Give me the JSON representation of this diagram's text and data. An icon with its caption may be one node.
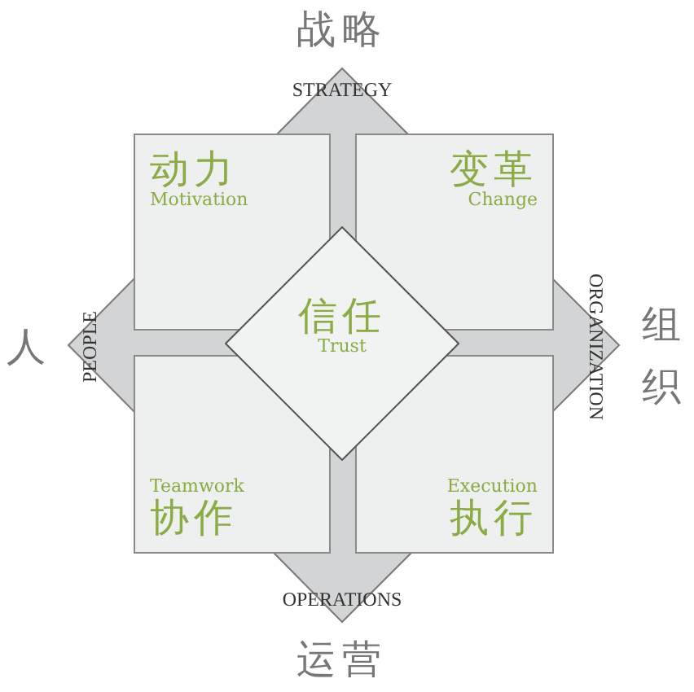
{
  "diagram": {
    "nodes": [
      {
        "text": [
          "动力",
          "Motivation"
        ]
      },
      {
        "text": [
          "变革",
          "Change"
        ]
      },
      {
        "text": [
          "信任",
          "Trust"
        ]
      },
      {
        "text": [
          "Teamwork",
          "协作"
        ]
      },
      {
        "text": [
          "Execution",
          "执行"
        ]
      }
    ],
    "labels": [
      "战略",
      "STRATEGY",
      "人",
      "PEOPLE",
      "组织",
      "ORGANIZATION",
      "OPERATIONS",
      "运营"
    ]
  }
}
